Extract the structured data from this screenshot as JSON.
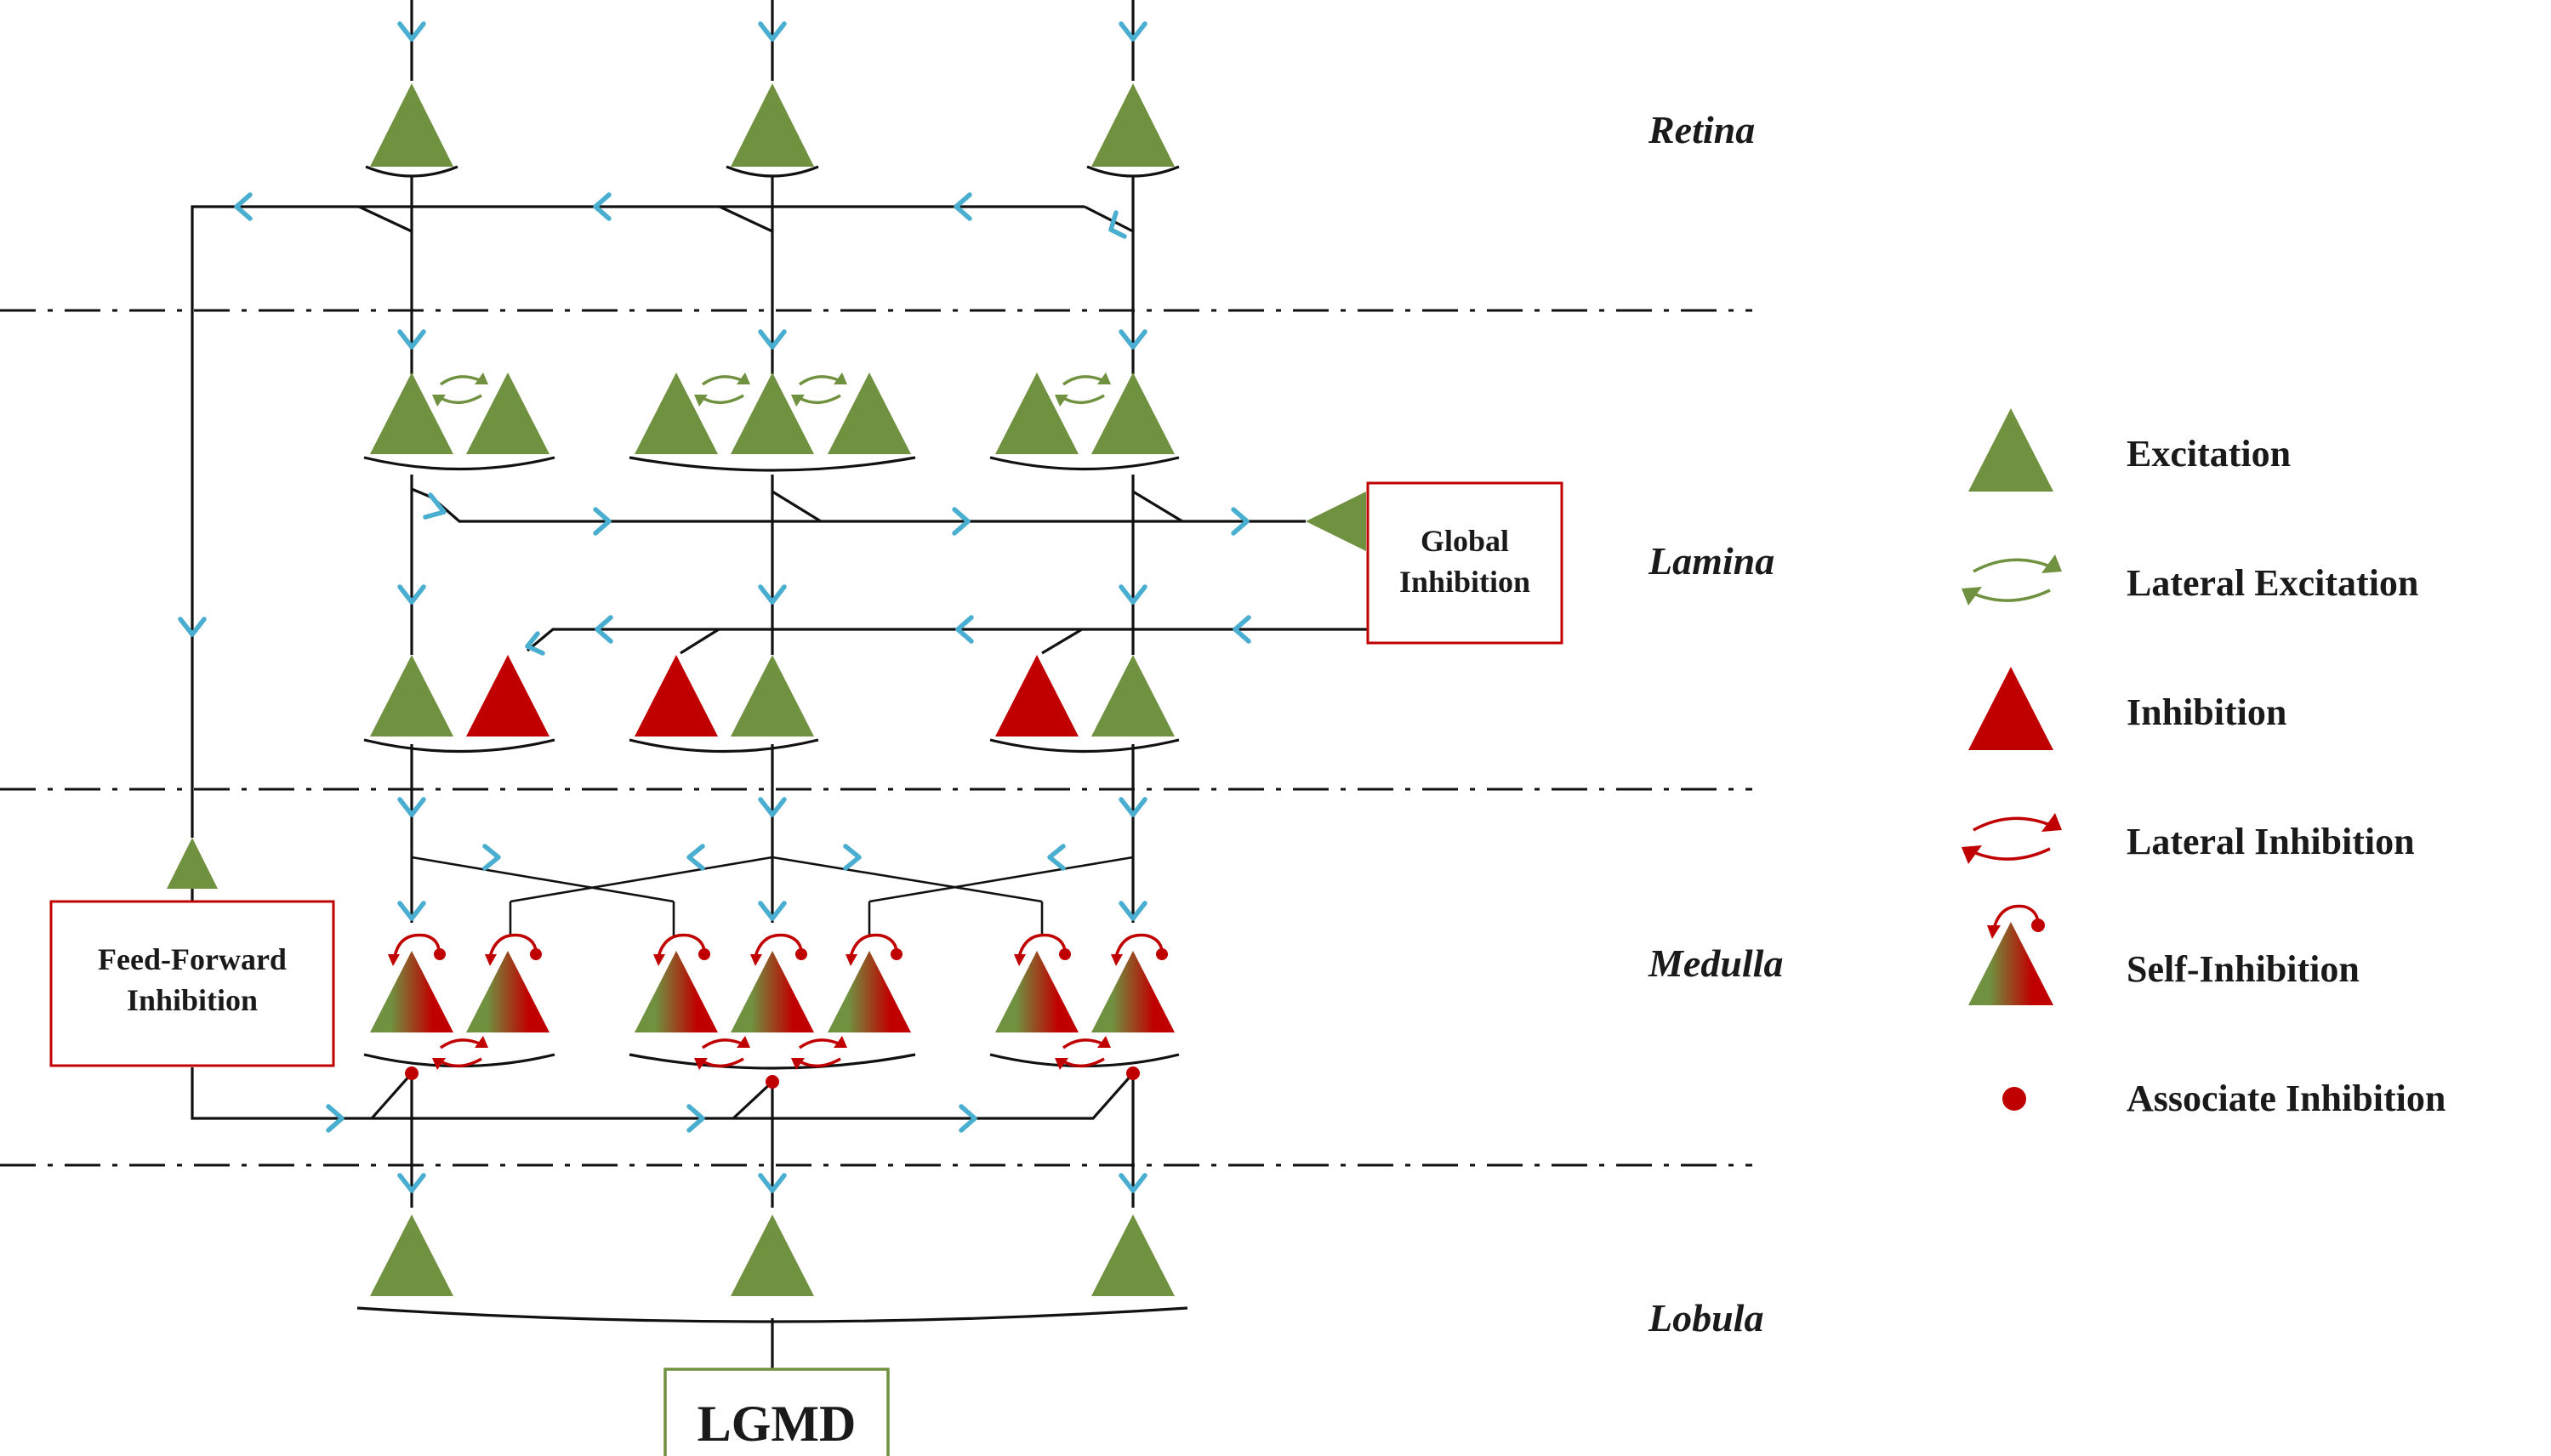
{
  "layers": {
    "retina": "Retina",
    "lamina": "Lamina",
    "medulla": "Medulla",
    "lobula": "Lobula"
  },
  "boxes": {
    "global_inhibition": [
      "Global",
      "Inhibition"
    ],
    "feed_forward_inhibition": [
      "Feed-Forward",
      "Inhibition"
    ],
    "lgmd": "LGMD"
  },
  "legend": {
    "excitation": "Excitation",
    "lateral_excitation": "Lateral Excitation",
    "inhibition": "Inhibition",
    "lateral_inhibition": "Lateral Inhibition",
    "self_inhibition": "Self-Inhibition",
    "associate_inhibition": "Associate Inhibition"
  },
  "colors": {
    "excitation": "#70913f",
    "inhibition": "#c00000",
    "signal_arrow": "#4aaed0",
    "box_inhibition_border": "#c00000",
    "box_lgmd_border": "#70913f"
  }
}
